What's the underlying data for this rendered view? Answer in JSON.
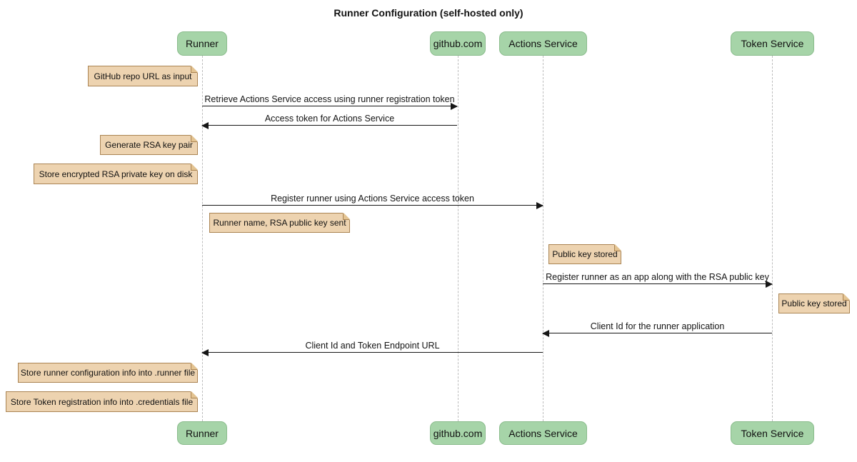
{
  "diagram": {
    "title": "Runner Configuration (self-hosted only)",
    "actors": [
      {
        "label": "Runner"
      },
      {
        "label": "github.com"
      },
      {
        "label": "Actions Service"
      },
      {
        "label": "Token Service"
      }
    ],
    "messages": [
      {
        "text": "Retrieve Actions Service access using runner registration token",
        "from": "Runner",
        "to": "github.com",
        "direction": "right"
      },
      {
        "text": "Access token for Actions Service",
        "from": "github.com",
        "to": "Runner",
        "direction": "left"
      },
      {
        "text": "Register runner using Actions Service access token",
        "from": "Runner",
        "to": "Actions Service",
        "direction": "right"
      },
      {
        "text": "Register runner as an app along with the RSA public key",
        "from": "Actions Service",
        "to": "Token Service",
        "direction": "right"
      },
      {
        "text": "Client Id for the runner application",
        "from": "Token Service",
        "to": "Actions Service",
        "direction": "left"
      },
      {
        "text": "Client Id and Token Endpoint URL",
        "from": "Actions Service",
        "to": "Runner",
        "direction": "left"
      }
    ],
    "notes": [
      {
        "text": "GitHub repo URL as input",
        "anchor": "left of Runner"
      },
      {
        "text": "Generate RSA key pair",
        "anchor": "left of Runner"
      },
      {
        "text": "Store encrypted RSA private key on disk",
        "anchor": "left of Runner"
      },
      {
        "text": "Runner name, RSA public key sent",
        "anchor": "right of Runner"
      },
      {
        "text": "Public key stored",
        "anchor": "right of Actions Service"
      },
      {
        "text": "Public key stored",
        "anchor": "right of Token Service"
      },
      {
        "text": "Store runner configuration info into .runner file",
        "anchor": "left of Runner"
      },
      {
        "text": "Store Token registration info into .credentials file",
        "anchor": "left of Runner"
      }
    ],
    "colors": {
      "background": "#ffffff",
      "actor_fill": "#a6d4a8",
      "actor_border": "#8abc8c",
      "note_fill": "#edd3b0",
      "note_border": "#aa8453",
      "lifeline": "#bdbdbd",
      "message_line": "#161616",
      "text": "#131313"
    }
  }
}
